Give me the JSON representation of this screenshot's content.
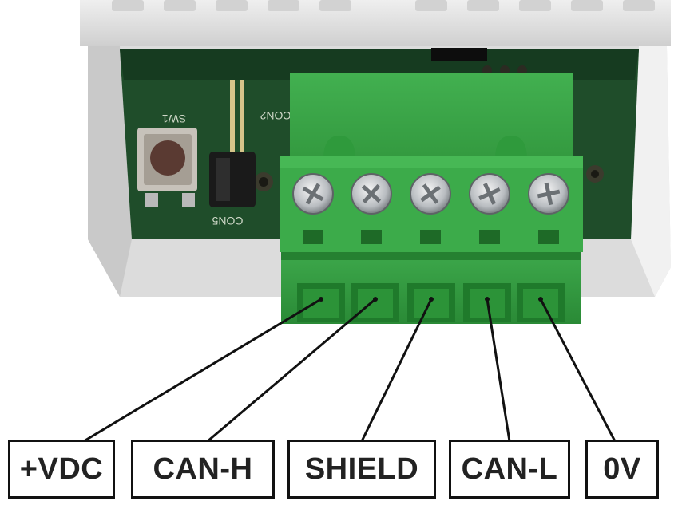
{
  "board": {
    "switch_label": "SW1",
    "connector_label_top": "CON2",
    "connector_label_side": "CON5"
  },
  "terminals": [
    {
      "id": "vdc",
      "label": "+VDC"
    },
    {
      "id": "can-h",
      "label": "CAN-H"
    },
    {
      "id": "shield",
      "label": "SHIELD"
    },
    {
      "id": "can-l",
      "label": "CAN-L"
    },
    {
      "id": "0v",
      "label": "0V"
    }
  ],
  "colors": {
    "terminal_block": "#3aa64a",
    "pcb": "#1f4d2a",
    "housing": "#e4e4e4",
    "label_border": "#111111"
  }
}
